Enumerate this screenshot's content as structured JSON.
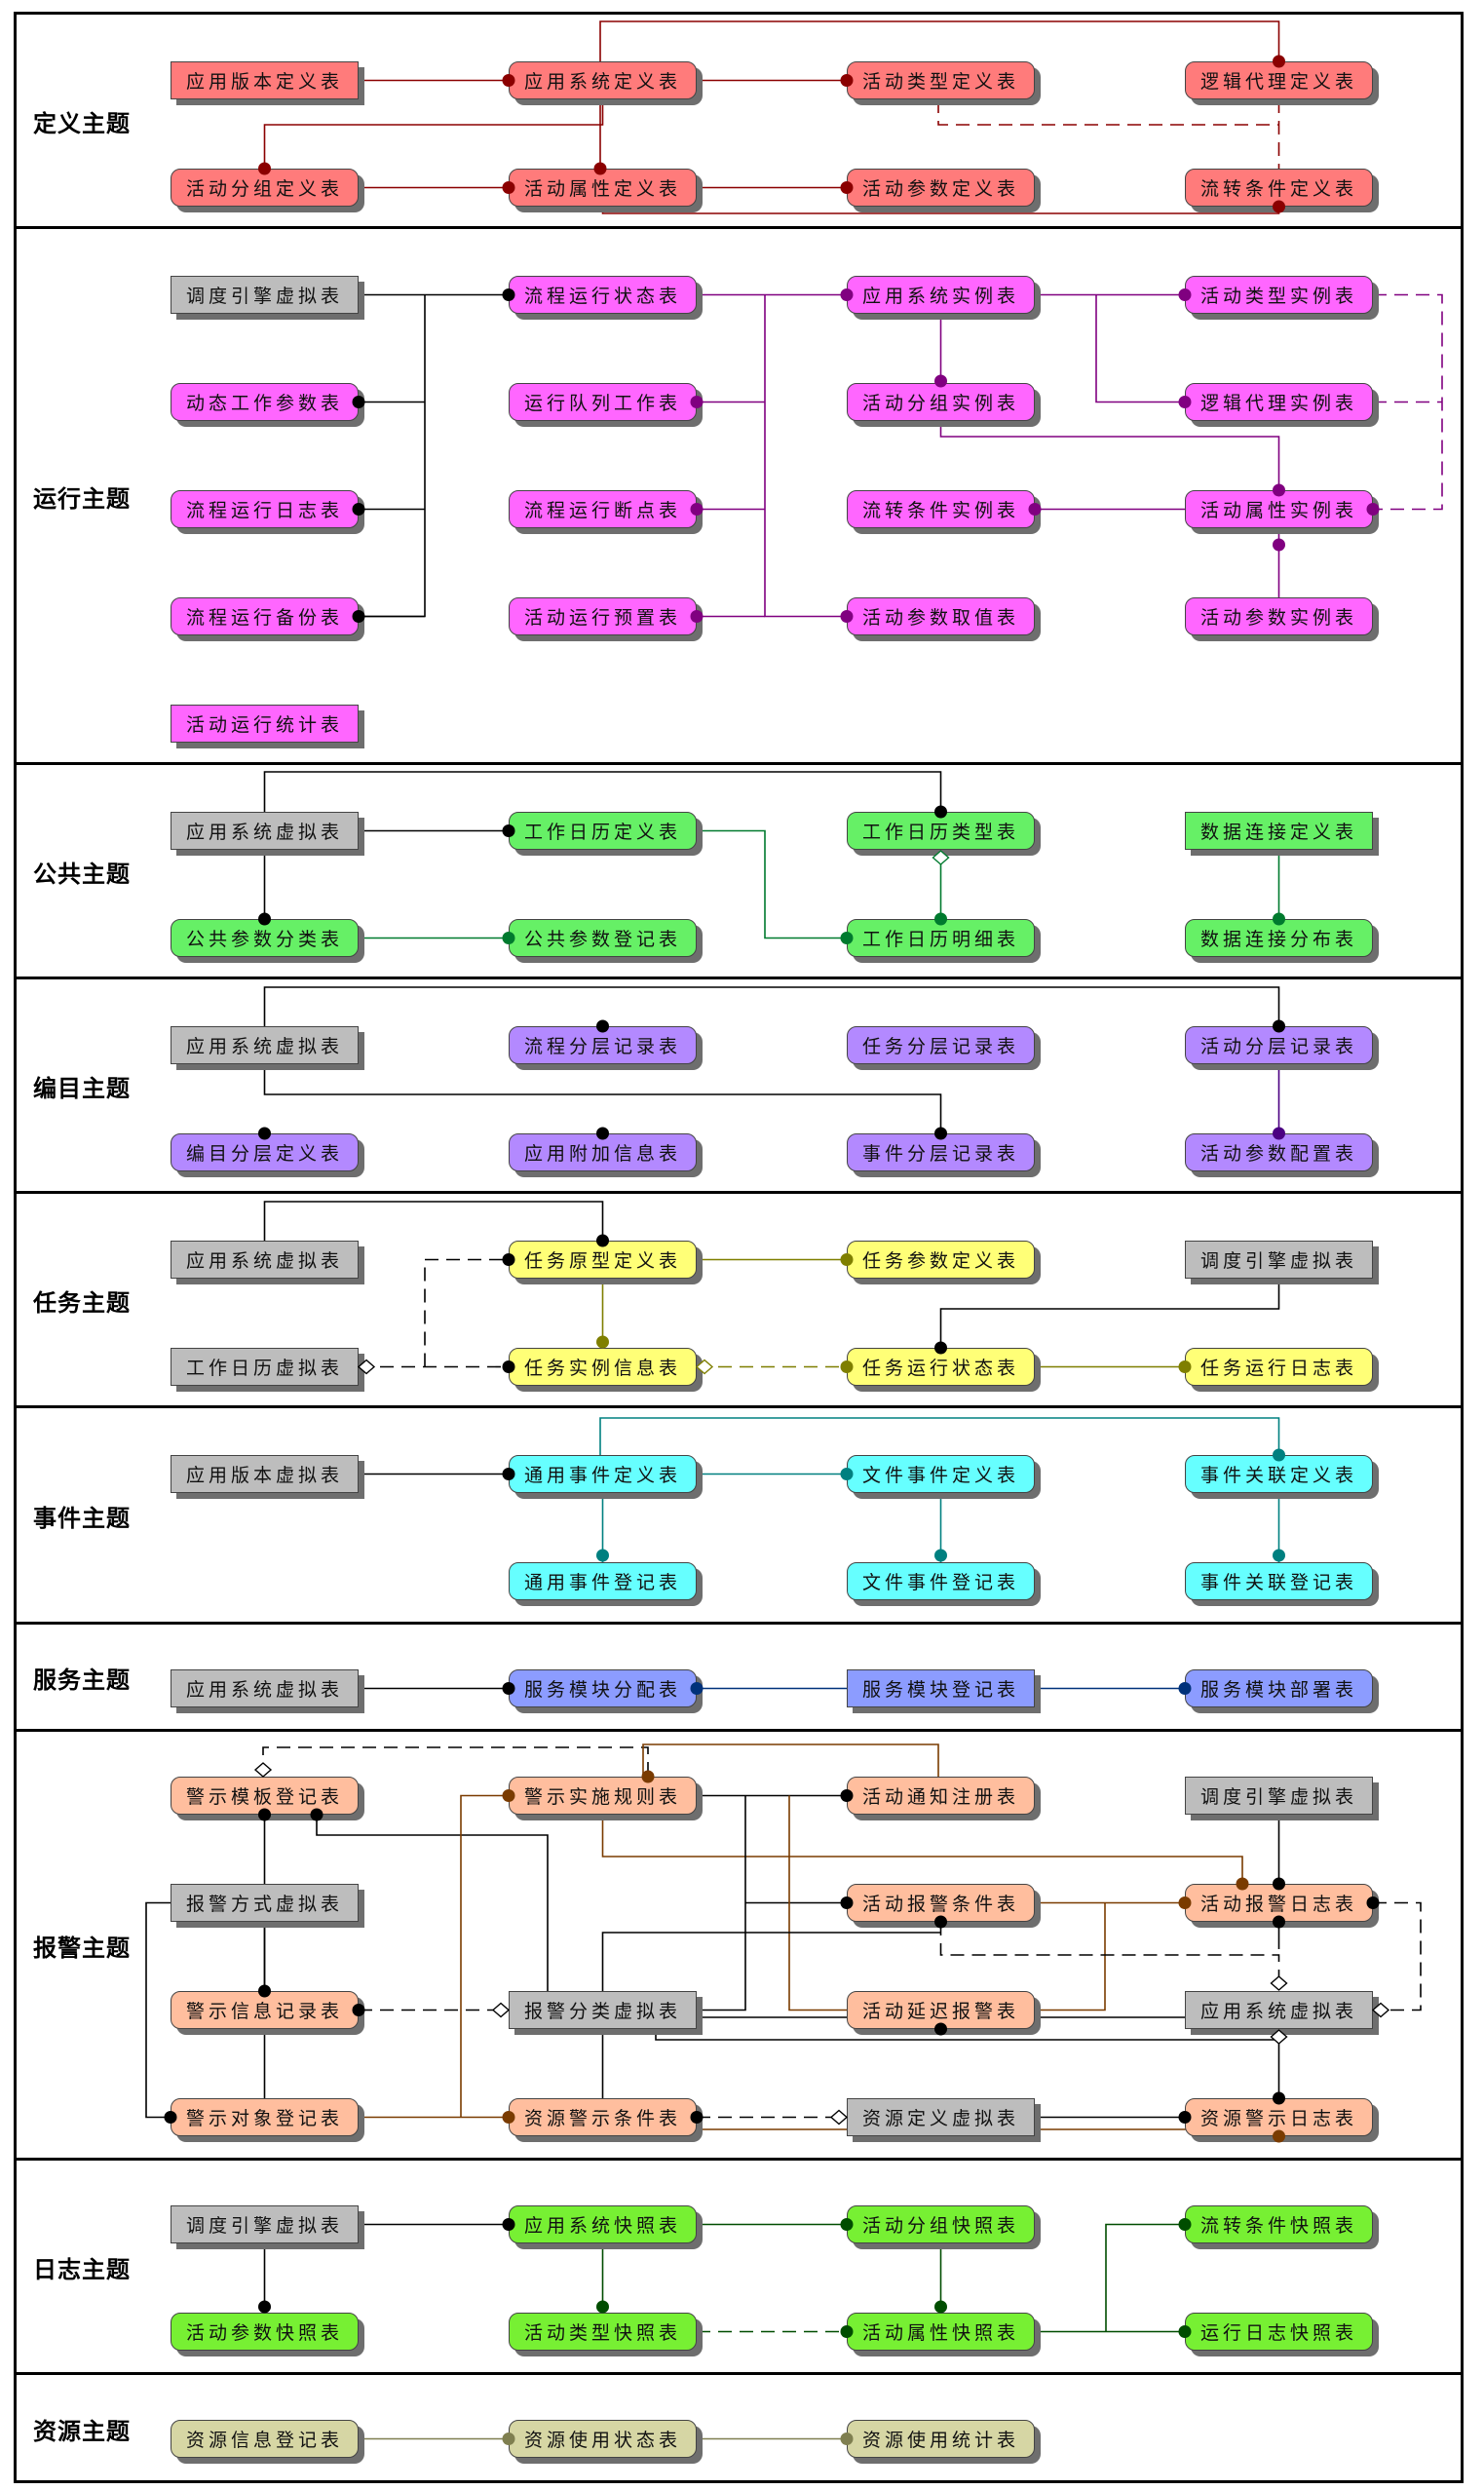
{
  "colors": {
    "def": "#ff7b7b",
    "run": "#ff66ff",
    "pub": "#66f066",
    "cat": "#b389ff",
    "task": "#ffff77",
    "event": "#66ffff",
    "svc": "#8c9cff",
    "alert": "#ffbe9e",
    "log": "#77f033",
    "res": "#d6d6a4",
    "virtual": "#bdbdbd",
    "line_def": "#8b0000",
    "line_run": "#800080",
    "line_pub": "#007a2e",
    "line_cat": "#4b0082",
    "line_task": "#7f7f00",
    "line_event": "#008080",
    "line_svc": "#00317a",
    "line_alert": "#7a3b00",
    "line_log": "#004d00",
    "line_res": "#7f7f50",
    "line_black": "#000000"
  },
  "sections": [
    {
      "id": "def",
      "label": "定义主题"
    },
    {
      "id": "run",
      "label": "运行主题"
    },
    {
      "id": "pub",
      "label": "公共主题"
    },
    {
      "id": "cat",
      "label": "编目主题"
    },
    {
      "id": "task",
      "label": "任务主题"
    },
    {
      "id": "event",
      "label": "事件主题"
    },
    {
      "id": "svc",
      "label": "服务主题"
    },
    {
      "id": "alert",
      "label": "报警主题"
    },
    {
      "id": "log",
      "label": "日志主题"
    },
    {
      "id": "res",
      "label": "资源主题"
    }
  ],
  "tables": [
    {
      "id": "d1",
      "label": "应用版本定义表",
      "color": "def",
      "shape": "s"
    },
    {
      "id": "d2",
      "label": "应用系统定义表",
      "color": "def",
      "shape": "r"
    },
    {
      "id": "d3",
      "label": "活动类型定义表",
      "color": "def",
      "shape": "r"
    },
    {
      "id": "d4",
      "label": "逻辑代理定义表",
      "color": "def",
      "shape": "r"
    },
    {
      "id": "d5",
      "label": "活动分组定义表",
      "color": "def",
      "shape": "r"
    },
    {
      "id": "d6",
      "label": "活动属性定义表",
      "color": "def",
      "shape": "r"
    },
    {
      "id": "d7",
      "label": "活动参数定义表",
      "color": "def",
      "shape": "r"
    },
    {
      "id": "d8",
      "label": "流转条件定义表",
      "color": "def",
      "shape": "r"
    },
    {
      "id": "r1",
      "label": "调度引擎虚拟表",
      "color": "virtual",
      "shape": "s"
    },
    {
      "id": "r2",
      "label": "流程运行状态表",
      "color": "run",
      "shape": "r"
    },
    {
      "id": "r3",
      "label": "应用系统实例表",
      "color": "run",
      "shape": "r"
    },
    {
      "id": "r4",
      "label": "活动类型实例表",
      "color": "run",
      "shape": "r"
    },
    {
      "id": "r5",
      "label": "动态工作参数表",
      "color": "run",
      "shape": "r"
    },
    {
      "id": "r6",
      "label": "运行队列工作表",
      "color": "run",
      "shape": "r"
    },
    {
      "id": "r7",
      "label": "活动分组实例表",
      "color": "run",
      "shape": "r"
    },
    {
      "id": "r8",
      "label": "逻辑代理实例表",
      "color": "run",
      "shape": "r"
    },
    {
      "id": "r9",
      "label": "流程运行日志表",
      "color": "run",
      "shape": "r"
    },
    {
      "id": "r10",
      "label": "流程运行断点表",
      "color": "run",
      "shape": "r"
    },
    {
      "id": "r11",
      "label": "流转条件实例表",
      "color": "run",
      "shape": "r"
    },
    {
      "id": "r12",
      "label": "活动属性实例表",
      "color": "run",
      "shape": "r"
    },
    {
      "id": "r13",
      "label": "流程运行备份表",
      "color": "run",
      "shape": "r"
    },
    {
      "id": "r14",
      "label": "活动运行预置表",
      "color": "run",
      "shape": "r"
    },
    {
      "id": "r15",
      "label": "活动参数取值表",
      "color": "run",
      "shape": "r"
    },
    {
      "id": "r16",
      "label": "活动参数实例表",
      "color": "run",
      "shape": "r"
    },
    {
      "id": "r17",
      "label": "活动运行统计表",
      "color": "run",
      "shape": "s"
    },
    {
      "id": "p1",
      "label": "应用系统虚拟表",
      "color": "virtual",
      "shape": "s"
    },
    {
      "id": "p2",
      "label": "工作日历定义表",
      "color": "pub",
      "shape": "r"
    },
    {
      "id": "p3",
      "label": "工作日历类型表",
      "color": "pub",
      "shape": "r"
    },
    {
      "id": "p4",
      "label": "数据连接定义表",
      "color": "pub",
      "shape": "s"
    },
    {
      "id": "p5",
      "label": "公共参数分类表",
      "color": "pub",
      "shape": "r"
    },
    {
      "id": "p6",
      "label": "公共参数登记表",
      "color": "pub",
      "shape": "r"
    },
    {
      "id": "p7",
      "label": "工作日历明细表",
      "color": "pub",
      "shape": "r"
    },
    {
      "id": "p8",
      "label": "数据连接分布表",
      "color": "pub",
      "shape": "r"
    },
    {
      "id": "c1",
      "label": "应用系统虚拟表",
      "color": "virtual",
      "shape": "s"
    },
    {
      "id": "c2",
      "label": "流程分层记录表",
      "color": "cat",
      "shape": "r"
    },
    {
      "id": "c3",
      "label": "任务分层记录表",
      "color": "cat",
      "shape": "r"
    },
    {
      "id": "c4",
      "label": "活动分层记录表",
      "color": "cat",
      "shape": "r"
    },
    {
      "id": "c5",
      "label": "编目分层定义表",
      "color": "cat",
      "shape": "r"
    },
    {
      "id": "c6",
      "label": "应用附加信息表",
      "color": "cat",
      "shape": "r"
    },
    {
      "id": "c7",
      "label": "事件分层记录表",
      "color": "cat",
      "shape": "r"
    },
    {
      "id": "c8",
      "label": "活动参数配置表",
      "color": "cat",
      "shape": "r"
    },
    {
      "id": "t1",
      "label": "应用系统虚拟表",
      "color": "virtual",
      "shape": "s"
    },
    {
      "id": "t2",
      "label": "任务原型定义表",
      "color": "task",
      "shape": "r"
    },
    {
      "id": "t3",
      "label": "任务参数定义表",
      "color": "task",
      "shape": "r"
    },
    {
      "id": "t4",
      "label": "调度引擎虚拟表",
      "color": "virtual",
      "shape": "s"
    },
    {
      "id": "t5",
      "label": "工作日历虚拟表",
      "color": "virtual",
      "shape": "s"
    },
    {
      "id": "t6",
      "label": "任务实例信息表",
      "color": "task",
      "shape": "r"
    },
    {
      "id": "t7",
      "label": "任务运行状态表",
      "color": "task",
      "shape": "r"
    },
    {
      "id": "t8",
      "label": "任务运行日志表",
      "color": "task",
      "shape": "r"
    },
    {
      "id": "e1",
      "label": "应用版本虚拟表",
      "color": "virtual",
      "shape": "s"
    },
    {
      "id": "e2",
      "label": "通用事件定义表",
      "color": "event",
      "shape": "r"
    },
    {
      "id": "e3",
      "label": "文件事件定义表",
      "color": "event",
      "shape": "r"
    },
    {
      "id": "e4",
      "label": "事件关联定义表",
      "color": "event",
      "shape": "r"
    },
    {
      "id": "e5",
      "label": "通用事件登记表",
      "color": "event",
      "shape": "r"
    },
    {
      "id": "e6",
      "label": "文件事件登记表",
      "color": "event",
      "shape": "r"
    },
    {
      "id": "e7",
      "label": "事件关联登记表",
      "color": "event",
      "shape": "r"
    },
    {
      "id": "s1",
      "label": "应用系统虚拟表",
      "color": "virtual",
      "shape": "s"
    },
    {
      "id": "s2",
      "label": "服务模块分配表",
      "color": "svc",
      "shape": "r"
    },
    {
      "id": "s3",
      "label": "服务模块登记表",
      "color": "svc",
      "shape": "s"
    },
    {
      "id": "s4",
      "label": "服务模块部署表",
      "color": "svc",
      "shape": "r"
    },
    {
      "id": "a1",
      "label": "警示模板登记表",
      "color": "alert",
      "shape": "r"
    },
    {
      "id": "a2",
      "label": "警示实施规则表",
      "color": "alert",
      "shape": "r"
    },
    {
      "id": "a3",
      "label": "活动通知注册表",
      "color": "alert",
      "shape": "r"
    },
    {
      "id": "a4",
      "label": "调度引擎虚拟表",
      "color": "virtual",
      "shape": "s"
    },
    {
      "id": "a5",
      "label": "报警方式虚拟表",
      "color": "virtual",
      "shape": "s"
    },
    {
      "id": "a6",
      "label": "活动报警条件表",
      "color": "alert",
      "shape": "r"
    },
    {
      "id": "a7",
      "label": "活动报警日志表",
      "color": "alert",
      "shape": "r"
    },
    {
      "id": "a8",
      "label": "警示信息记录表",
      "color": "alert",
      "shape": "r"
    },
    {
      "id": "a9",
      "label": "报警分类虚拟表",
      "color": "virtual",
      "shape": "s"
    },
    {
      "id": "a10",
      "label": "活动延迟报警表",
      "color": "alert",
      "shape": "r"
    },
    {
      "id": "a11",
      "label": "应用系统虚拟表",
      "color": "virtual",
      "shape": "s"
    },
    {
      "id": "a12",
      "label": "警示对象登记表",
      "color": "alert",
      "shape": "r"
    },
    {
      "id": "a13",
      "label": "资源警示条件表",
      "color": "alert",
      "shape": "r"
    },
    {
      "id": "a14",
      "label": "资源定义虚拟表",
      "color": "virtual",
      "shape": "s"
    },
    {
      "id": "a15",
      "label": "资源警示日志表",
      "color": "alert",
      "shape": "r"
    },
    {
      "id": "l1",
      "label": "调度引擎虚拟表",
      "color": "virtual",
      "shape": "s"
    },
    {
      "id": "l2",
      "label": "应用系统快照表",
      "color": "log",
      "shape": "r"
    },
    {
      "id": "l3",
      "label": "活动分组快照表",
      "color": "log",
      "shape": "r"
    },
    {
      "id": "l4",
      "label": "流转条件快照表",
      "color": "log",
      "shape": "r"
    },
    {
      "id": "l5",
      "label": "活动参数快照表",
      "color": "log",
      "shape": "r"
    },
    {
      "id": "l6",
      "label": "活动类型快照表",
      "color": "log",
      "shape": "r"
    },
    {
      "id": "l7",
      "label": "活动属性快照表",
      "color": "log",
      "shape": "r"
    },
    {
      "id": "l8",
      "label": "运行日志快照表",
      "color": "log",
      "shape": "r"
    },
    {
      "id": "x1",
      "label": "资源信息登记表",
      "color": "res",
      "shape": "r"
    },
    {
      "id": "x2",
      "label": "资源使用状态表",
      "color": "res",
      "shape": "r"
    },
    {
      "id": "x3",
      "label": "资源使用统计表",
      "color": "res",
      "shape": "r"
    }
  ]
}
